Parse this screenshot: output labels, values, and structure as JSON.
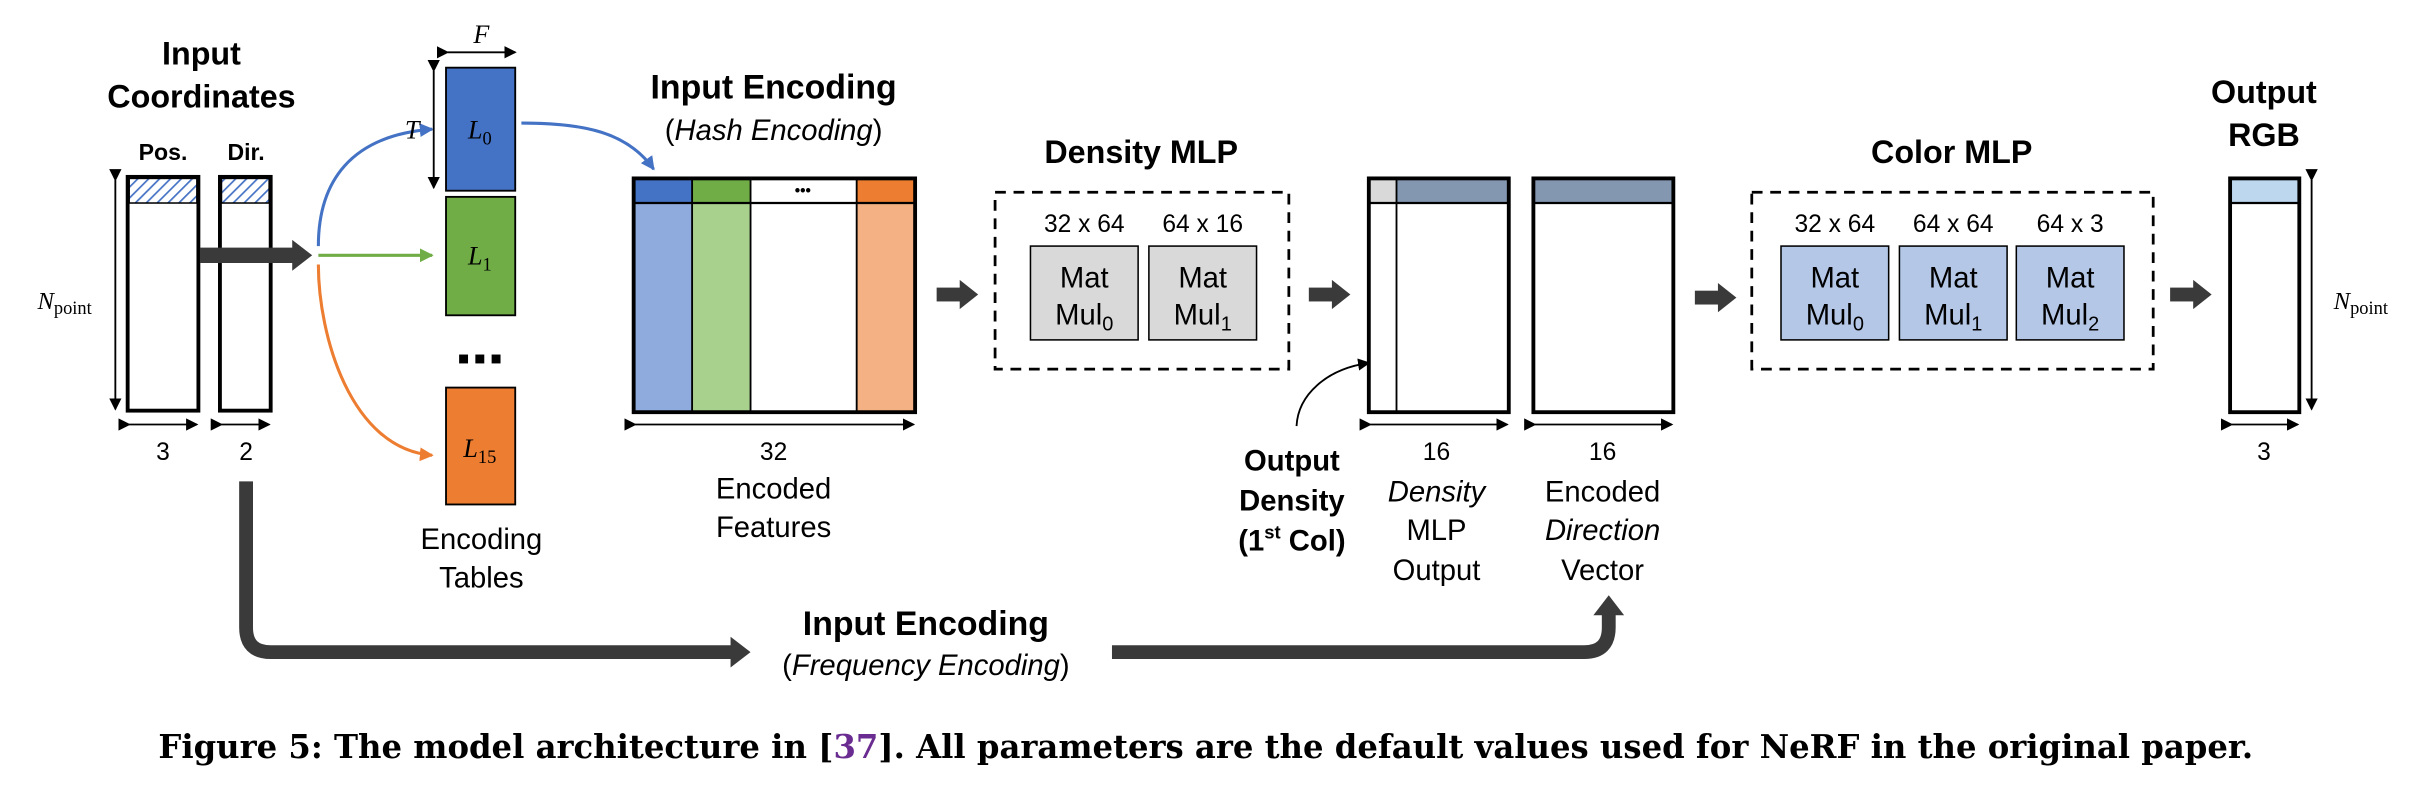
{
  "input_coords": {
    "title_line1": "Input",
    "title_line2": "Coordinates",
    "pos_label": "Pos.",
    "dir_label": "Dir.",
    "pos_dim": "3",
    "dir_dim": "2"
  },
  "npoint": {
    "base": "N",
    "sub": "point"
  },
  "tables": {
    "width_label": "F",
    "height_label": "T",
    "l0": {
      "base": "L",
      "sub": "0"
    },
    "l1": {
      "base": "L",
      "sub": "1"
    },
    "l15": {
      "base": "L",
      "sub": "15"
    },
    "dots": "■ ■ ■",
    "label_line1": "Encoding",
    "label_line2": "Tables"
  },
  "hash_encoding": {
    "title": "Input Encoding",
    "subtitle_open": "(",
    "subtitle_italic": "Hash Encoding",
    "subtitle_close": ")",
    "col_dots": "•••",
    "dim": "32",
    "label_line1": "Encoded",
    "label_line2": "Features"
  },
  "density_mlp": {
    "title": "Density MLP",
    "dims": [
      "32 x 64",
      "64 x 16"
    ],
    "box_top": "Mat",
    "box_base": "Mul",
    "subs": [
      "0",
      "1"
    ]
  },
  "density_output": {
    "dim": "16",
    "label_line1": "Density",
    "label_line2": "MLP",
    "label_line3": "Output",
    "callout_line1": "Output",
    "callout_line2": "Density",
    "callout_line3_open": "(1",
    "callout_line3_sup": "st",
    "callout_line3_close": " Col)"
  },
  "encoded_direction": {
    "dim": "16",
    "label_line1": "Encoded",
    "label_line2": "Direction",
    "label_line3": "Vector"
  },
  "color_mlp": {
    "title": "Color MLP",
    "dims": [
      "32 x 64",
      "64 x 64",
      "64 x 3"
    ],
    "box_top": "Mat",
    "box_base": "Mul",
    "subs": [
      "0",
      "1",
      "2"
    ]
  },
  "output_rgb": {
    "title_line1": "Output",
    "title_line2": "RGB",
    "dim": "3"
  },
  "freq_encoding": {
    "title": "Input Encoding",
    "subtitle_open": "(",
    "subtitle_italic": "Frequency Encoding",
    "subtitle_close": ")"
  },
  "caption": {
    "prefix": "Figure 5: The model architecture in [",
    "ref": "37",
    "suffix": "]. All parameters are the default values used for NeRF in the original paper."
  },
  "colors": {
    "l0_blue": "#4472c4",
    "l1_green": "#70ad47",
    "l15_orange": "#ed7d31",
    "light_blue": "#8faadc",
    "light_green": "#a9d18e",
    "light_orange": "#f4b183",
    "header_slate": "#8497b0",
    "mat_gray": "#d9d9d9",
    "color_mat_blue": "#b4c7e7",
    "ref_purple": "#6a2c91"
  }
}
